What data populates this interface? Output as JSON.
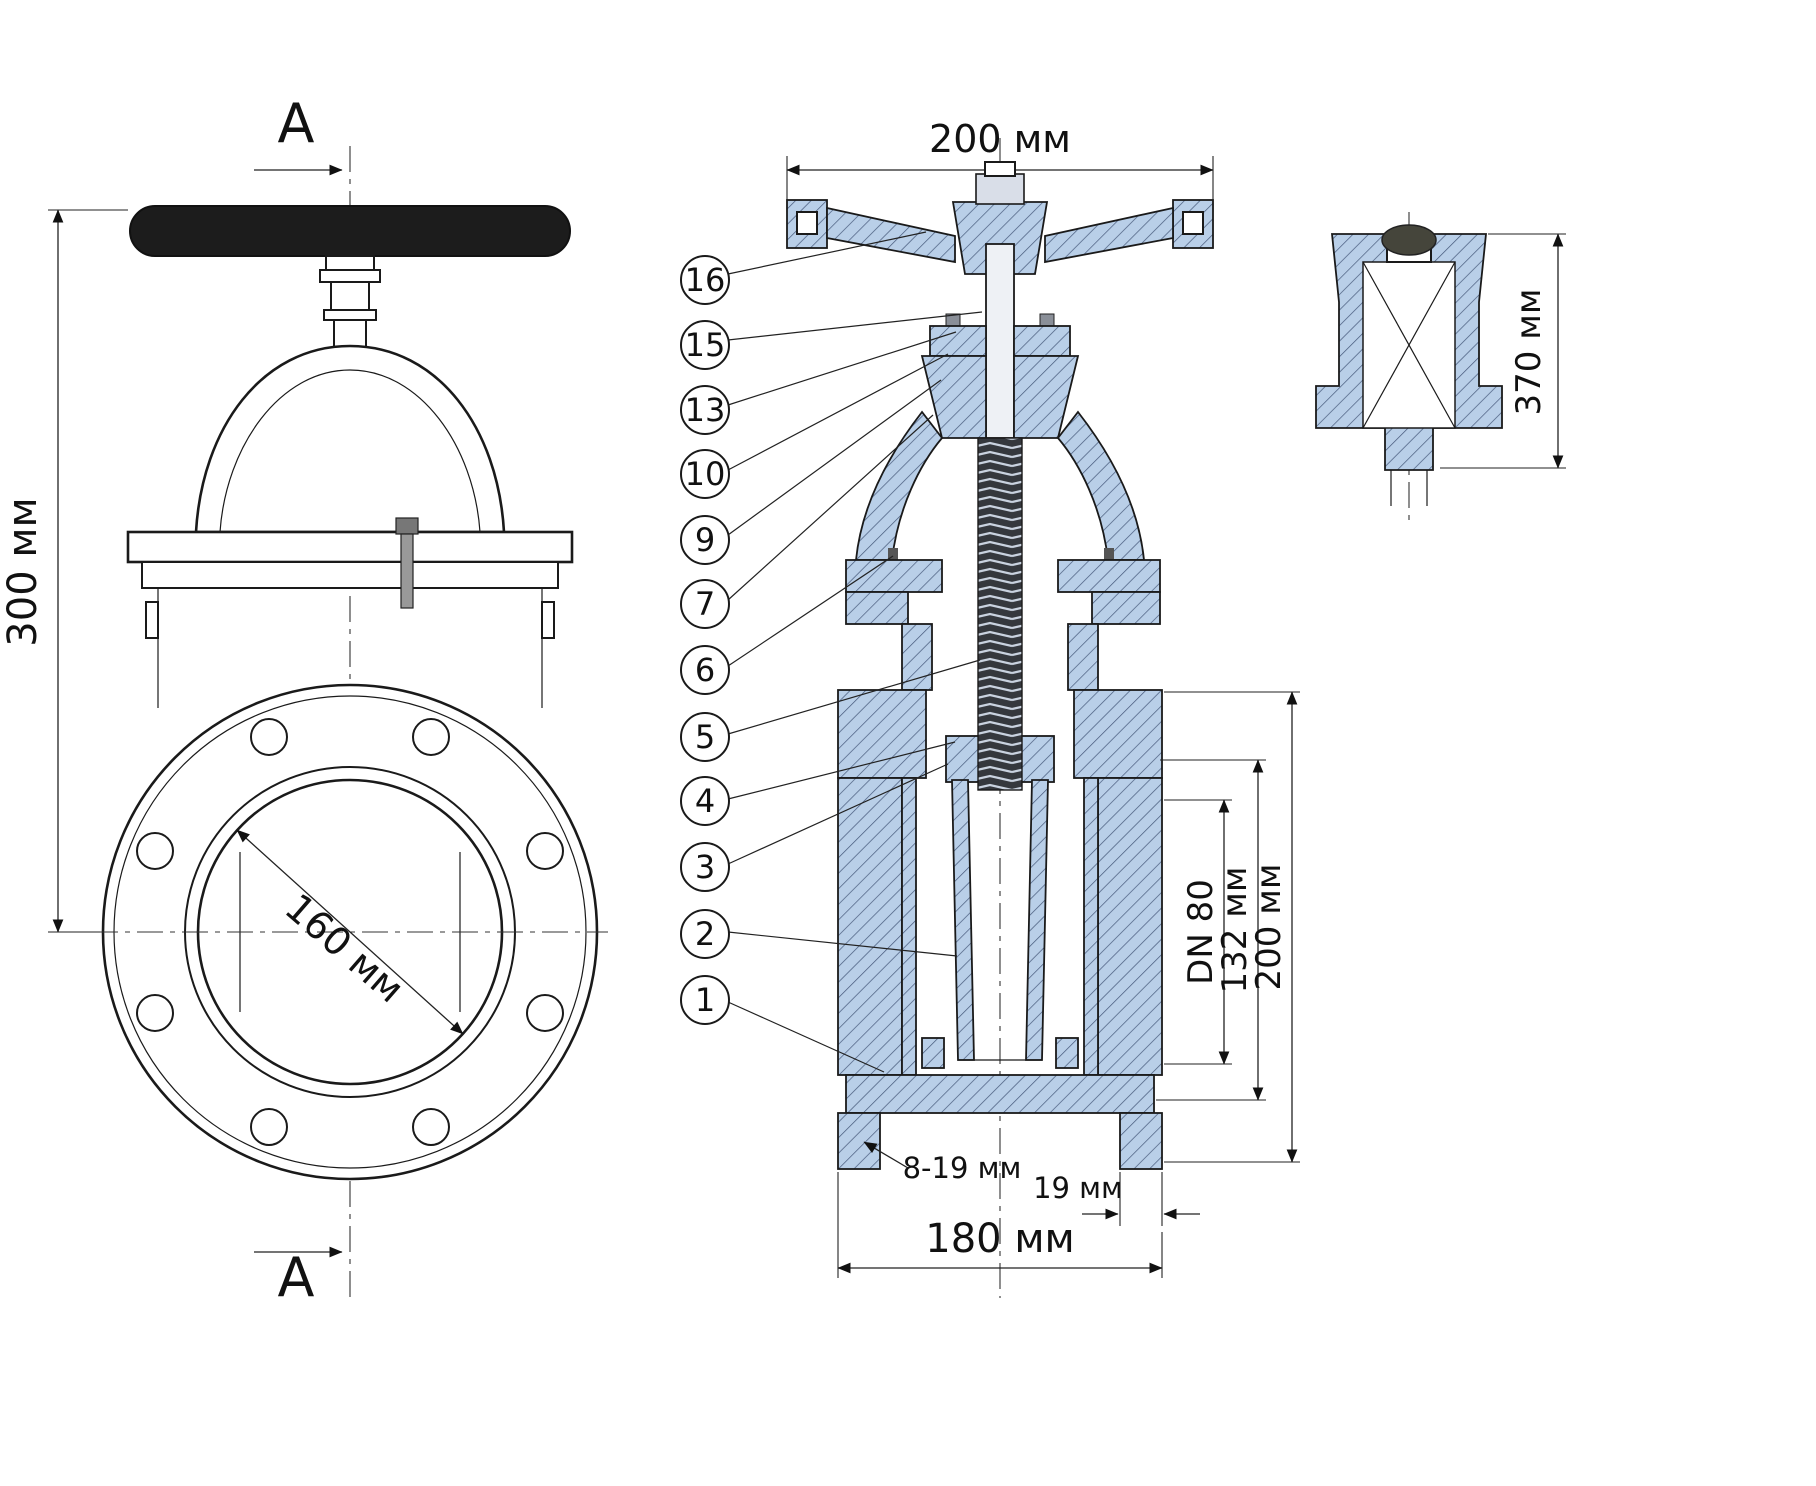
{
  "drawing": {
    "front_view": {
      "section_label_top": "A",
      "section_label_bottom": "A",
      "dim_height": "300 мм",
      "dim_flange_diameter": "160 мм"
    },
    "section_view": {
      "dim_handwheel_width": "200 мм",
      "callouts": [
        "16",
        "15",
        "13",
        "10",
        "9",
        "7",
        "6",
        "5",
        "4",
        "3",
        "2",
        "1"
      ],
      "dim_nominal_bore": "DN 80",
      "dim_port": "132 мм",
      "dim_flange_od": "200 мм",
      "dim_bolt_holes": "8-19 мм",
      "dim_flange_thickness": "19 мм",
      "dim_base_width": "180 мм"
    },
    "detail_view": {
      "dim_height": "370 мм"
    },
    "colors": {
      "section_fill": "#b9cfe8",
      "hatch_line": "#46597b",
      "outline": "#1a1a1a",
      "handwheel_fill": "#1c1c1c"
    }
  }
}
